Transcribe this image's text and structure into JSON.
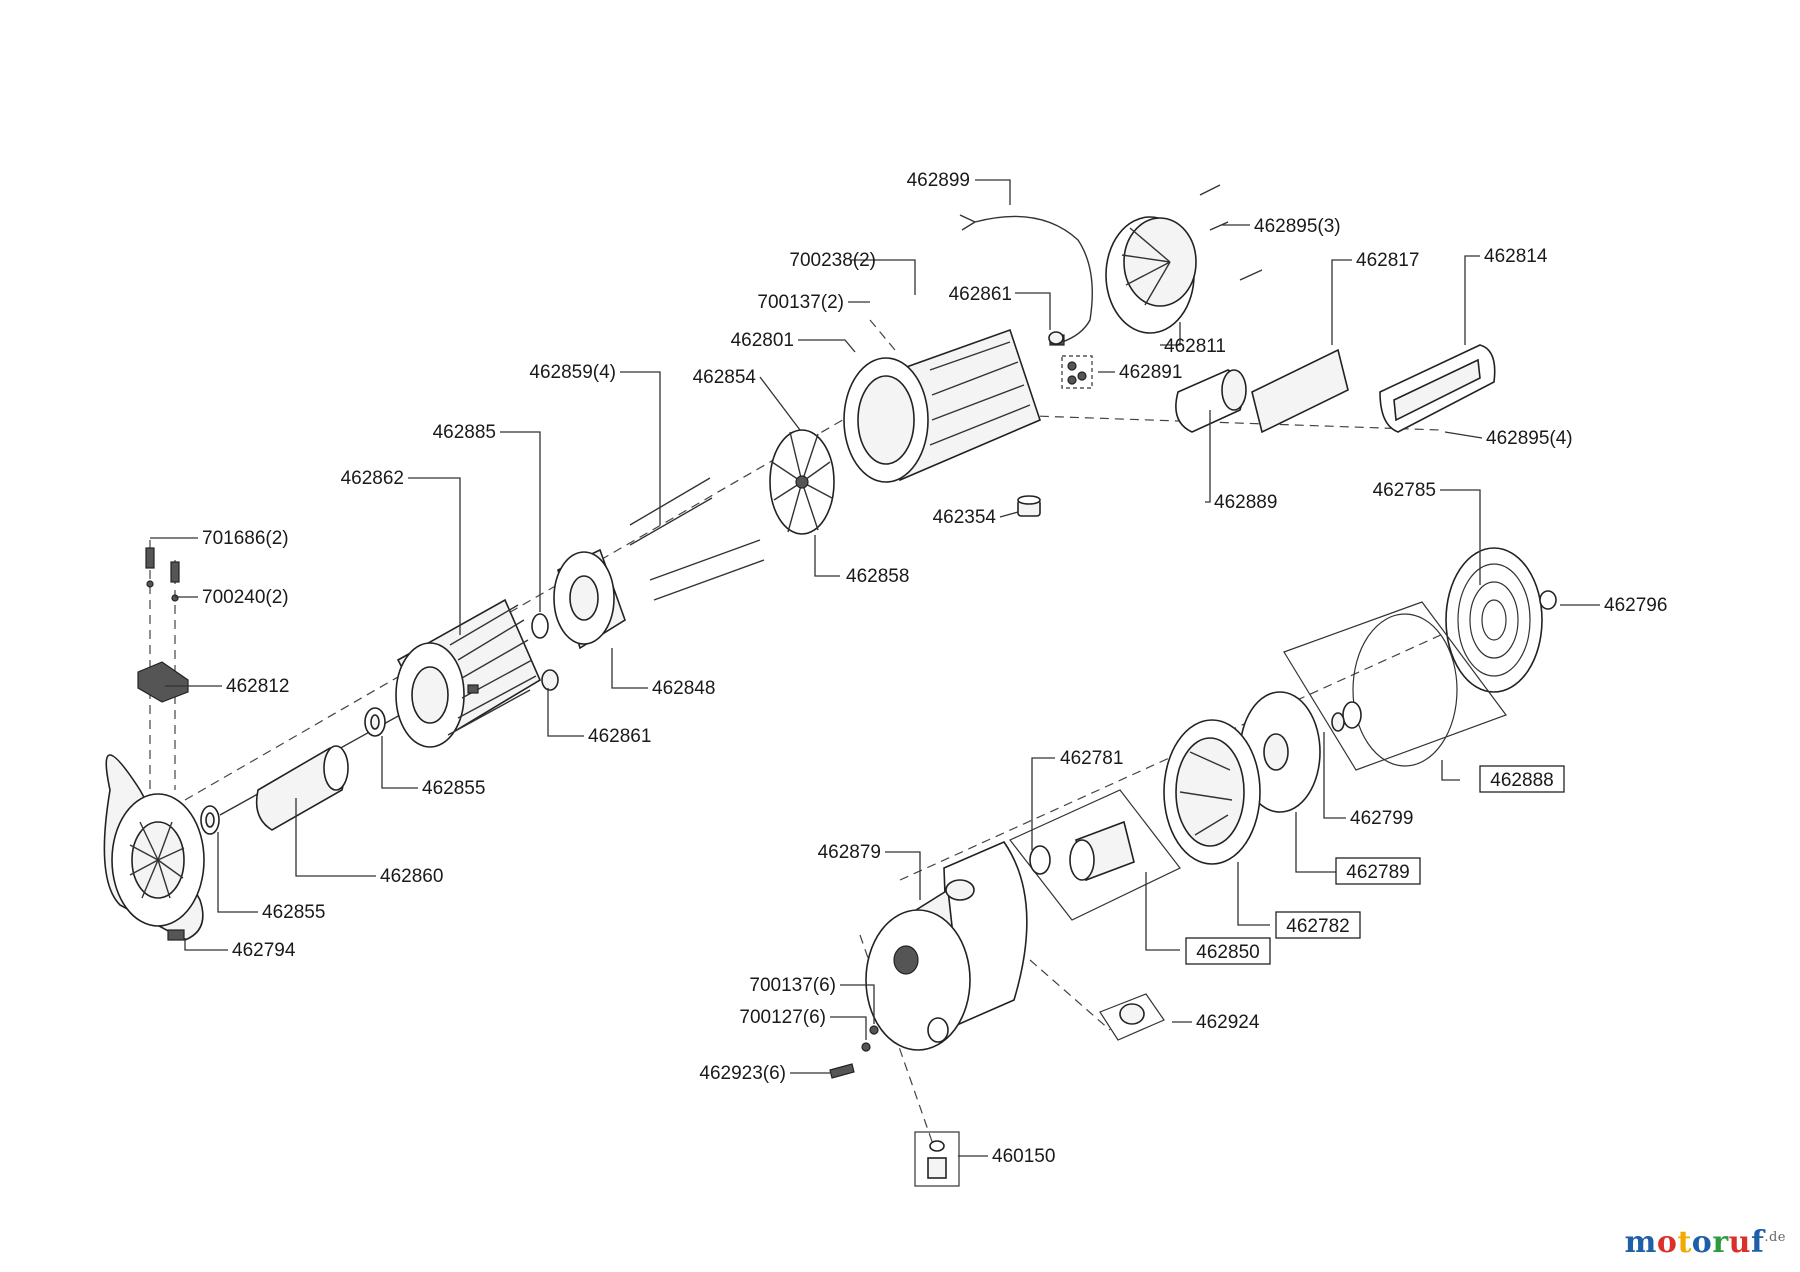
{
  "labels": {
    "l462899": "462899",
    "l462895_3": "462895(3)",
    "l700238_2": "700238(2)",
    "l462817": "462817",
    "l462814": "462814",
    "l462861_top": "462861",
    "l700137_2": "700137(2)",
    "l462801": "462801",
    "l462811": "462811",
    "l462859_4": "462859(4)",
    "l462854": "462854",
    "l462891": "462891",
    "l462895_4": "462895(4)",
    "l462885": "462885",
    "l462862": "462862",
    "l462889": "462889",
    "l462354": "462354",
    "l462785": "462785",
    "l701686_2": "701686(2)",
    "l462858": "462858",
    "l700240_2": "700240(2)",
    "l462796": "462796",
    "l462812": "462812",
    "l462848": "462848",
    "l462861_mid": "462861",
    "l462781": "462781",
    "l462888": "462888",
    "l462855_a": "462855",
    "l462799": "462799",
    "l462879": "462879",
    "l462860": "462860",
    "l462789": "462789",
    "l462855_b": "462855",
    "l462782": "462782",
    "l462794": "462794",
    "l462850": "462850",
    "l700137_6": "700137(6)",
    "l462924": "462924",
    "l700127_6": "700127(6)",
    "l462923_6": "462923(6)",
    "l460150": "460150"
  },
  "brand": {
    "name": "motoruf",
    "suffix": ".de",
    "colors": [
      "#1f5fa8",
      "#d9302c",
      "#f2a900",
      "#1f5fa8",
      "#2e9b3e",
      "#d9302c",
      "#1f5fa8"
    ]
  }
}
